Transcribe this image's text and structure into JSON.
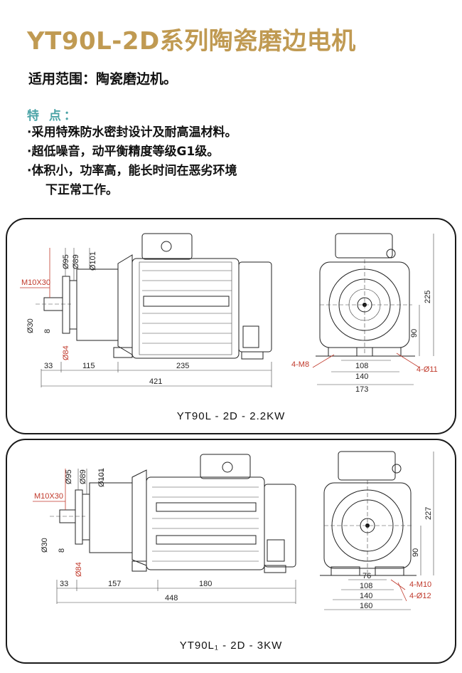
{
  "header": {
    "title": "YT90L-2D系列陶瓷磨边电机",
    "usage": "适用范围：陶瓷磨边机。"
  },
  "features": {
    "heading": "特  点：",
    "items": [
      "·采用特殊防水密封设计及耐高温材料。",
      "·超低噪音，动平衡精度等级G1级。",
      "·体积小，功率高，能长时间在恶劣环境"
    ],
    "continuation": "下正常工作。"
  },
  "drawing1": {
    "model": "YT90L - 2D - 2.2KW",
    "side": {
      "thread": "M10X30",
      "d95": "Ø95",
      "d89": "Ø89",
      "d101": "Ø101",
      "d30": "Ø30",
      "w8": "8",
      "d84": "Ø84",
      "l33": "33",
      "l115": "115",
      "l235": "235",
      "l421": "421"
    },
    "end": {
      "h225": "225",
      "h90": "90",
      "holes": "4-M8",
      "w108": "108",
      "w140": "140",
      "w173": "173",
      "feet": "4-Ø11"
    }
  },
  "drawing2": {
    "model": "YT90L₁ - 2D - 3KW",
    "side": {
      "thread": "M10X30",
      "d95": "Ø95",
      "d89": "Ø89",
      "d101": "Ø101",
      "d30": "Ø30",
      "w8": "8",
      "d84": "Ø84",
      "l33": "33",
      "l157": "157",
      "l180": "180",
      "l448": "448"
    },
    "end": {
      "h227": "227",
      "h90": "90",
      "w76": "76",
      "w108": "108",
      "w140": "140",
      "w160": "160",
      "holes": "4-M10",
      "feet": "4-Ø12"
    }
  }
}
